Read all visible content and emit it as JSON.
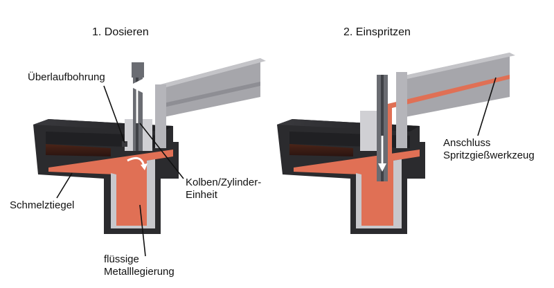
{
  "titles": {
    "step1": "1. Dosieren",
    "step2": "2. Einspritzen"
  },
  "labels": {
    "overflow_bore": "Überlaufbohrung",
    "crucible": "Schmelztiegel",
    "piston_cylinder_line1": "Kolben/Zylinder-",
    "piston_cylinder_line2": "Einheit",
    "liquid_alloy_line1": "flüssige",
    "liquid_alloy_line2": "Metalllegierung",
    "connection_line1": "Anschluss",
    "connection_line2": "Spritzgießwerkzeug"
  },
  "colors": {
    "crucible_dark": "#2b2b2e",
    "crucible_inner": "#3a1d14",
    "melt": "#e07055",
    "gray_light": "#c8c8cc",
    "gray_mid": "#9a9aa0",
    "gray_dark": "#55575c"
  }
}
